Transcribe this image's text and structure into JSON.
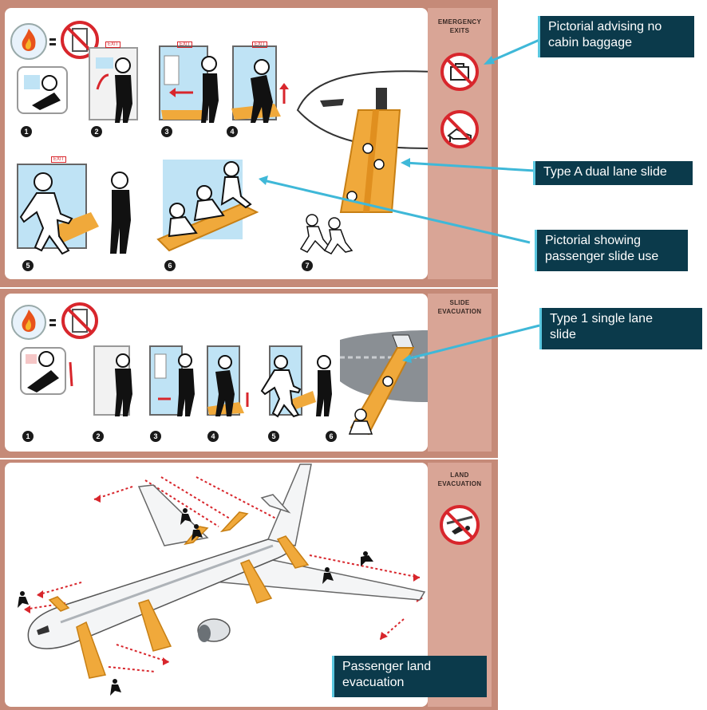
{
  "sections": {
    "emergency_exits": {
      "title_line1": "EMERGENCY",
      "title_line2": "EXITS",
      "steps": [
        "1",
        "2",
        "3",
        "4",
        "5",
        "6",
        "7"
      ]
    },
    "slide_evacuation": {
      "title_line1": "SLIDE",
      "title_line2": "EVACUATION",
      "steps": [
        "1",
        "2",
        "3",
        "4",
        "5",
        "6"
      ]
    },
    "land_evacuation": {
      "title_line1": "LAND",
      "title_line2": "EVACUATION"
    }
  },
  "exit_signs": [
    "EXIT",
    "EXIT",
    "EXIT",
    "EXIT"
  ],
  "callouts": {
    "no_baggage": {
      "line1": "Pictorial advising no",
      "line2": "cabin baggage"
    },
    "dual_lane": {
      "line1": "Type A dual lane slide"
    },
    "slide_use": {
      "line1": "Pictorial showing",
      "line2": "passenger slide use"
    },
    "single_lane": {
      "line1": "Type 1 single lane",
      "line2": "slide"
    },
    "land": {
      "line1": "Passenger land",
      "line2": "evacuation"
    }
  },
  "colors": {
    "card": "#c58a78",
    "side": "#d9a596",
    "callout": "#0b3a4b",
    "leader": "#3fb8d8",
    "slide": "#f0a93b",
    "prohibit": "#d8262c"
  }
}
